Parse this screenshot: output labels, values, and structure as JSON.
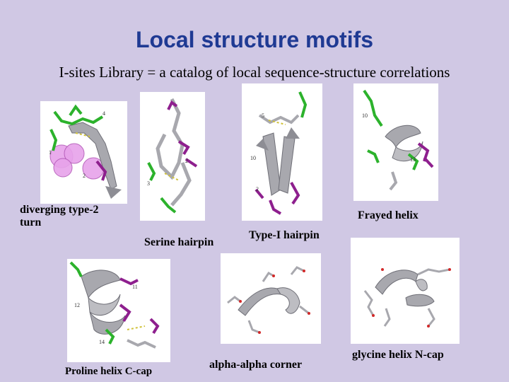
{
  "title": "Local structure motifs",
  "subtitle": "I-sites Library = a catalog of local sequence-structure correlations",
  "motifs": {
    "diverging_turn": {
      "caption_line1": "diverging type-2",
      "caption_line2": "turn",
      "residue_labels": [
        "4",
        "1",
        "2"
      ]
    },
    "serine_hairpin": {
      "caption": "Serine hairpin",
      "residue_labels": [
        "2",
        "3"
      ]
    },
    "type1_hairpin": {
      "caption": "Type-I hairpin",
      "residue_labels": [
        "5",
        "10",
        "2"
      ]
    },
    "frayed_helix": {
      "caption": "Frayed helix",
      "residue_labels": [
        "10",
        "13"
      ]
    },
    "proline_cap": {
      "caption": "Proline helix C-cap",
      "residue_labels": [
        "12",
        "11",
        "14"
      ]
    },
    "alpha_corner": {
      "caption": "alpha-alpha corner"
    },
    "glycine_cap": {
      "caption": "glycine helix N-cap"
    }
  },
  "colors": {
    "background": "#d0c8e4",
    "title": "#1f3a93",
    "backbone": "#a8a8ae",
    "green_residue": "#2cb22c",
    "purple_residue": "#8e1f8e",
    "red_atom": "#d22828",
    "sphere": "#e7a3ea"
  }
}
